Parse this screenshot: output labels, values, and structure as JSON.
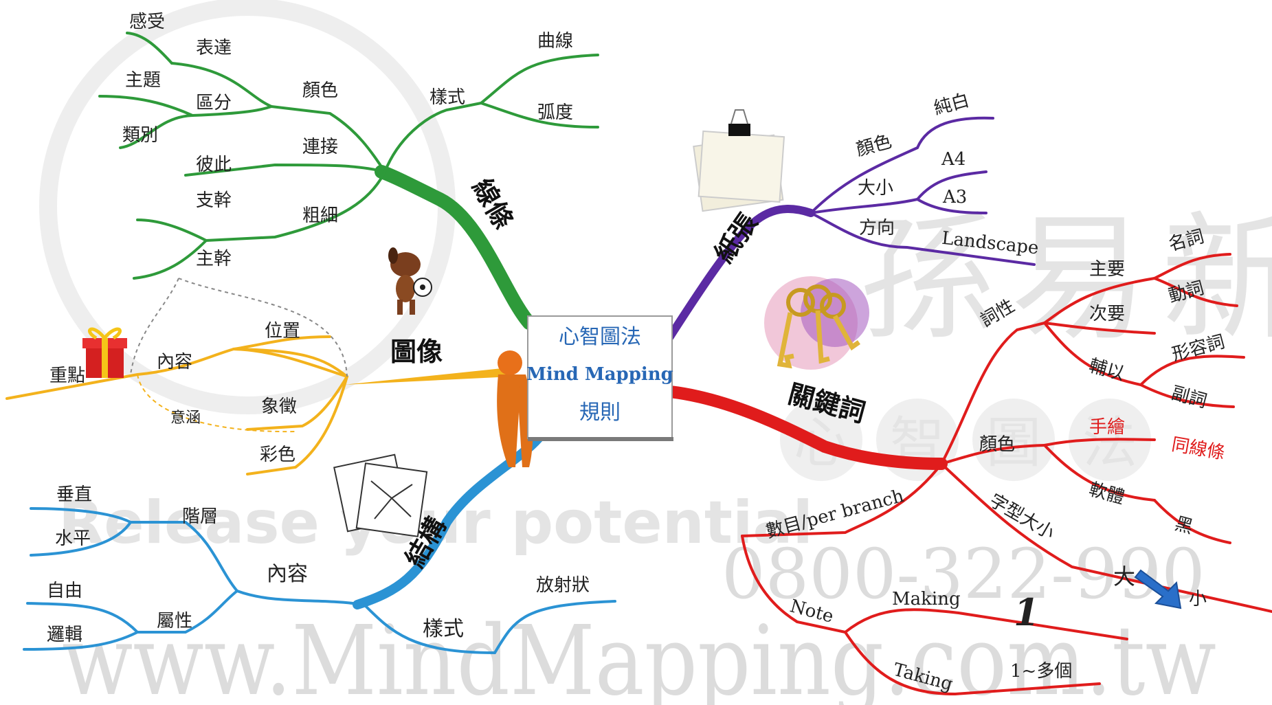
{
  "center": {
    "line1": "心智圖法",
    "line2": "Mind Mapping",
    "line3": "規則"
  },
  "colors": {
    "lines": "#2e9a3a",
    "image": "#f3b21c",
    "structure": "#2b93d4",
    "paper": "#5b2aa3",
    "keyword": "#e01c1c"
  },
  "branches": {
    "lines": {
      "label": "線條",
      "color_node": "顏色",
      "expression": "表達",
      "feeling": "感受",
      "distinguish": "區分",
      "topic": "主題",
      "category": "類別",
      "connect": "連接",
      "each_other": "彼此",
      "thickness": "粗細",
      "branch": "支幹",
      "trunk": "主幹",
      "style": "樣式",
      "curve": "曲線",
      "arc": "弧度"
    },
    "image": {
      "label": "圖像",
      "content": "內容",
      "position": "位置",
      "symbol": "象徵",
      "color": "彩色",
      "meaning": "意涵",
      "key_point": "重點"
    },
    "structure": {
      "label": "結構",
      "content": "內容",
      "level": "階層",
      "vertical": "垂直",
      "horizontal": "水平",
      "attribute": "屬性",
      "free": "自由",
      "logic": "邏輯",
      "style": "樣式",
      "radial": "放射狀"
    },
    "paper": {
      "label": "紙張",
      "color": "顏色",
      "pure_white": "純白",
      "size": "大小",
      "a4": "A4",
      "a3": "A3",
      "direction": "方向",
      "landscape": "Landscape"
    },
    "keyword": {
      "label": "關鍵詞",
      "pos": "詞性",
      "main": "主要",
      "noun": "名詞",
      "verb": "動詞",
      "secondary": "次要",
      "adjective": "形容詞",
      "auxiliary": "輔以",
      "adverb": "副詞",
      "color": "顏色",
      "handdrawn": "手繪",
      "outline": "同線條",
      "software": "軟體",
      "black": "黑",
      "font_size": "字型大小",
      "big": "大",
      "small": "小",
      "count": "數目/per branch",
      "note": "Note",
      "making": "Making",
      "one": "1",
      "taking": "Taking",
      "one_to_many": "1~多個"
    }
  },
  "watermark": {
    "url": "www.MindMapping.com.tw",
    "slogan": "Release your potential",
    "phone": "0800-322-990",
    "brand": "孫易新",
    "circles": [
      "心",
      "智",
      "圖",
      "法"
    ]
  }
}
